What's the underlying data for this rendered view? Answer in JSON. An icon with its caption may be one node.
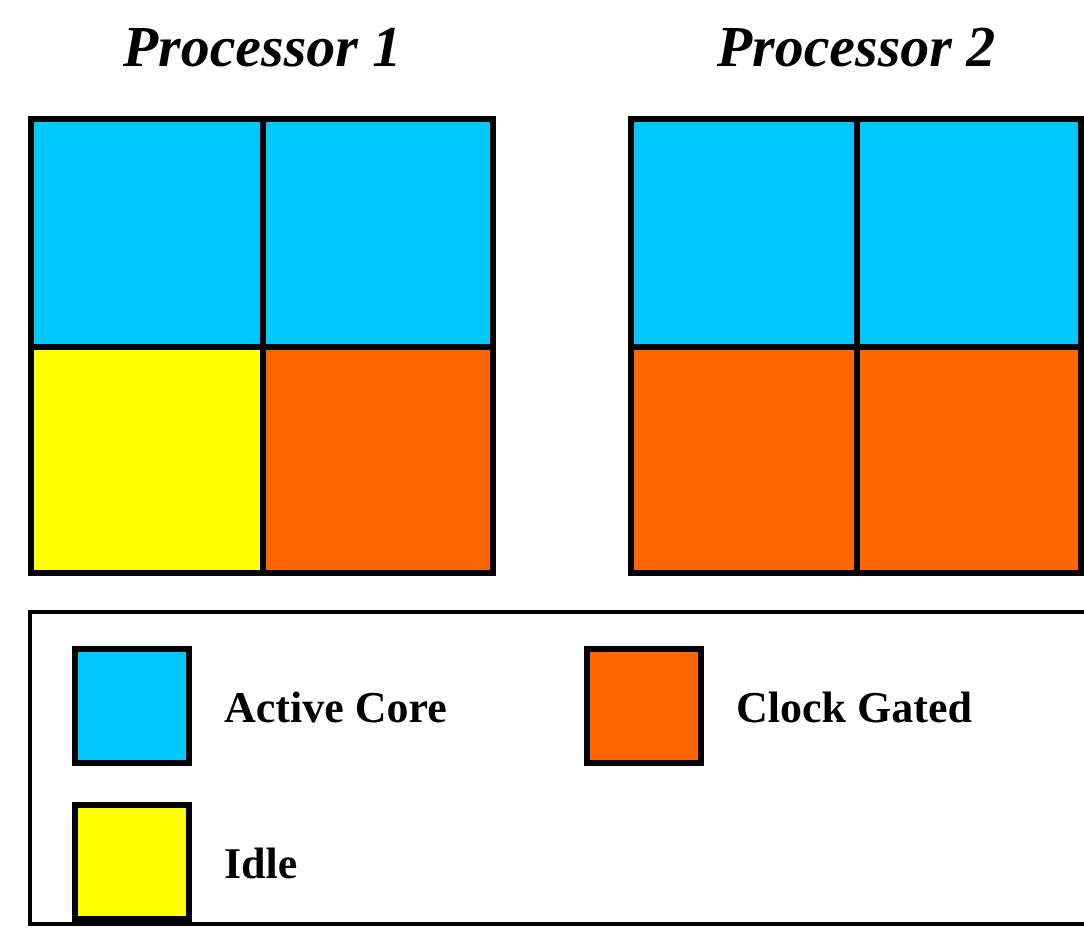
{
  "diagram": {
    "nodes": [
      {
        "text": [
          "Processor 1"
        ]
      },
      {
        "text": [],
        "shape": "box",
        "in": 0
      },
      {
        "text": [],
        "shape": "box",
        "in": 0
      },
      {
        "text": [],
        "shape": "box",
        "in": 0
      },
      {
        "text": [],
        "shape": "box",
        "in": 0
      },
      {
        "text": [
          "Processor 2"
        ]
      },
      {
        "text": [],
        "shape": "box",
        "in": 5
      },
      {
        "text": [],
        "shape": "box",
        "in": 5
      },
      {
        "text": [],
        "shape": "box",
        "in": 5
      },
      {
        "text": [],
        "shape": "box",
        "in": 5
      }
    ],
    "legend": [
      {
        "text": "Active Core",
        "color": "#00c8ff"
      },
      {
        "text": "Clock Gated",
        "color": "#ff6600"
      },
      {
        "text": "Idle",
        "color": "#ffff00"
      }
    ]
  }
}
